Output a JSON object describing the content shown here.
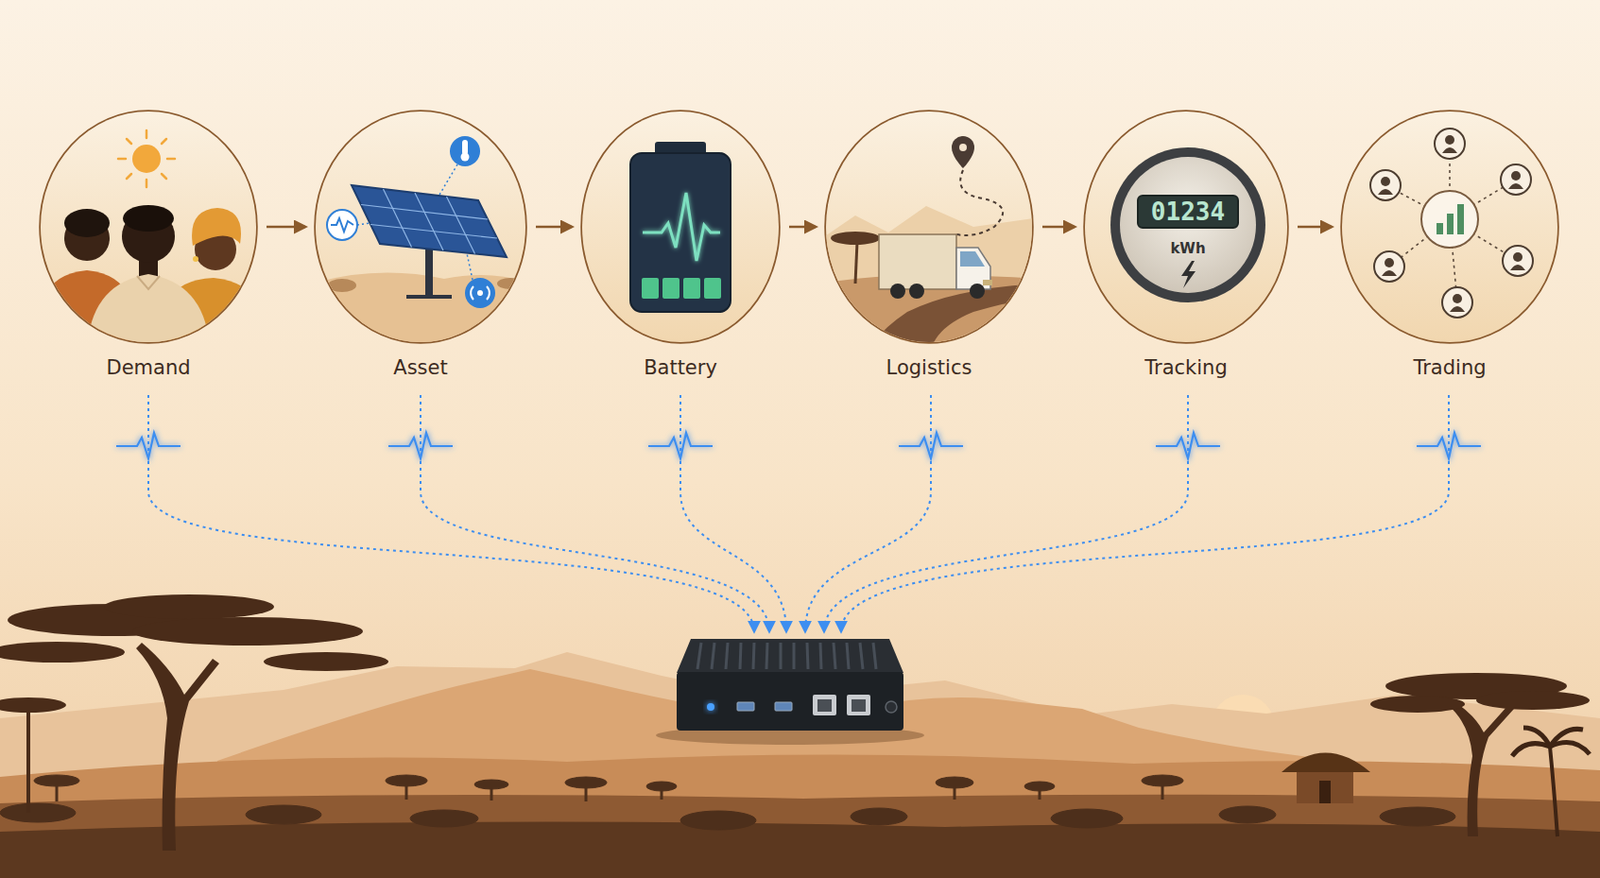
{
  "diagram": {
    "nodes": [
      {
        "text": [
          "Demand"
        ]
      },
      {
        "text": [
          "Asset"
        ]
      },
      {
        "text": [
          "Battery"
        ]
      },
      {
        "text": [
          "Logistics"
        ]
      },
      {
        "text": [
          "Tracking"
        ]
      },
      {
        "text": [
          "Trading"
        ]
      }
    ],
    "edges": [
      {
        "from": 0,
        "to": 1,
        "arrow": "to"
      },
      {
        "from": 1,
        "to": 2,
        "arrow": "to"
      },
      {
        "from": 2,
        "to": 3,
        "arrow": "to"
      },
      {
        "from": 3,
        "to": 4,
        "arrow": "to"
      },
      {
        "from": 4,
        "to": 5,
        "arrow": "to"
      }
    ],
    "labels": [
      "01234",
      "kWh"
    ]
  }
}
